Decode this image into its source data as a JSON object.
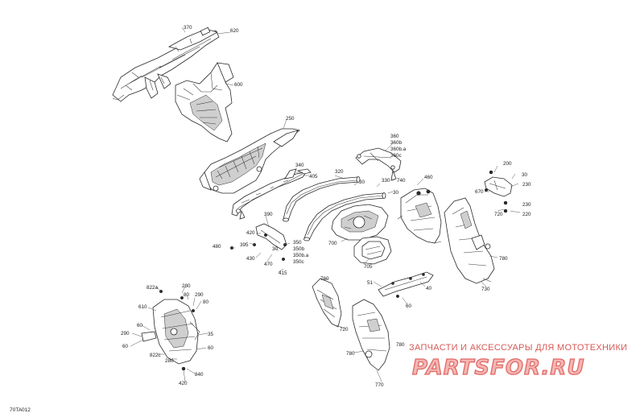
{
  "diagram": {
    "reference_code": "70TA012",
    "watermark": {
      "subtitle": "ЗАПЧАСТИ И АКСЕССУАРЫ ДЛЯ МОТОТЕХНИКИ",
      "logo": "PartsFor.ru"
    },
    "callouts": {
      "c370": "370",
      "c620": "620",
      "c600": "600",
      "c250": "250",
      "c340": "340",
      "c405": "405",
      "c320": "320",
      "c30a": "30",
      "c330": "330",
      "c30b": "30",
      "c360": "360",
      "c360b": "360b",
      "c360ba": "360b.a",
      "c360c": "360c",
      "c740": "740",
      "c460": "460",
      "c200": "200",
      "c30c": "30",
      "c670": "670",
      "c230a": "230",
      "c230b": "230",
      "c720a": "720",
      "c220": "220",
      "c390": "390",
      "c420a": "420",
      "c395": "395",
      "c480": "480",
      "c430": "430",
      "c350": "350",
      "c350b": "350b",
      "c350ba": "350b.a",
      "c350c": "350c",
      "c30d": "30",
      "c470": "470",
      "c415": "415",
      "c700": "700",
      "c705": "705",
      "c730": "730",
      "c780a": "780",
      "c51": "51",
      "c40": "40",
      "c60a": "60",
      "c760": "760",
      "c720b": "720",
      "c780b": "780",
      "c780c": "780",
      "c770": "770",
      "c822a": "822a",
      "c280": "280",
      "c80a": "80",
      "c290a": "290",
      "c610": "610",
      "c60b": "60",
      "c80b": "80",
      "c290b": "290",
      "c35": "35",
      "c60c": "60",
      "c822c": "822c",
      "c280b": "280",
      "c60d": "60",
      "c840": "840",
      "c420b": "420"
    }
  }
}
